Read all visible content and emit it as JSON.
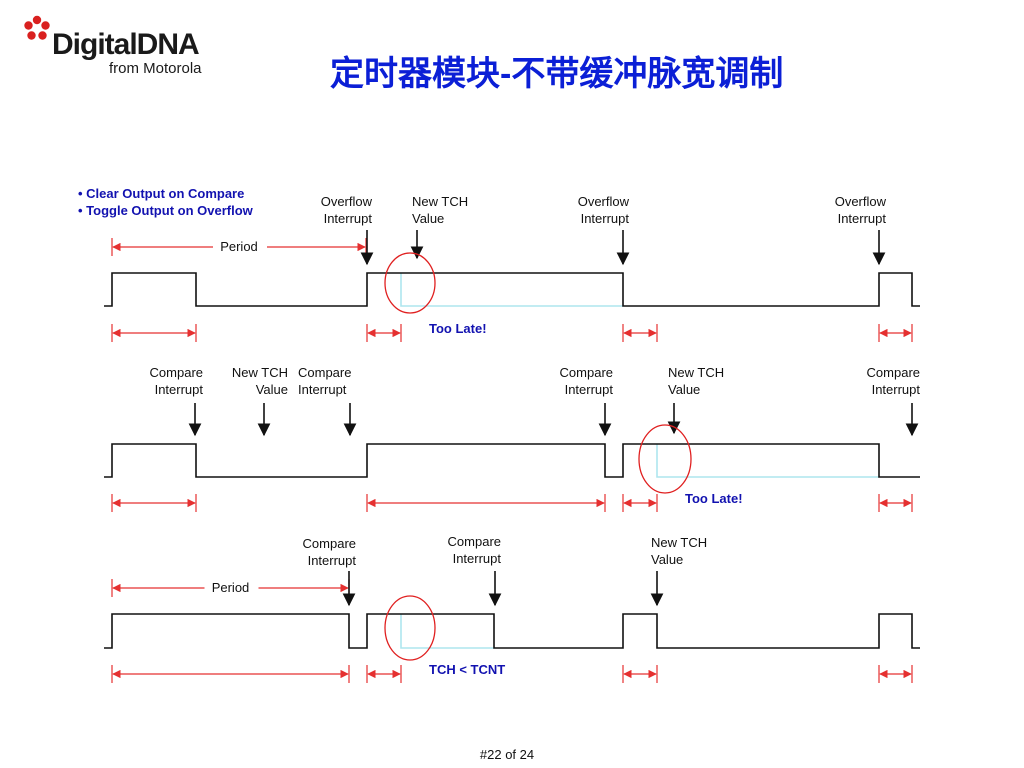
{
  "logo": {
    "brand": "DigitalDNA",
    "sub": "from Motorola",
    "icon": "flower-icon",
    "color": "#d9201f"
  },
  "title": "定时器模块-不带缓冲脉宽调制",
  "bullets": [
    "Clear Output on Compare",
    "Toggle Output on Overflow"
  ],
  "colors": {
    "signal": "#111111",
    "ghost_signal": "#aee6ee",
    "arrow": "#111111",
    "dimension": "#e53030",
    "circle": "#e02020",
    "note": "#1212b0"
  },
  "diagrams": [
    {
      "name": "diagram-1",
      "labels": [
        {
          "lines": [
            "Overflow",
            "Interrupt"
          ]
        },
        {
          "lines": [
            "New TCH",
            "Value"
          ]
        },
        {
          "lines": [
            "Overflow",
            "Interrupt"
          ]
        },
        {
          "lines": [
            "Overflow",
            "Interrupt"
          ]
        }
      ],
      "period_label": "Period",
      "note": "Too Late!"
    },
    {
      "name": "diagram-2",
      "labels": [
        {
          "lines": [
            "Compare",
            "Interrupt"
          ]
        },
        {
          "lines": [
            "New TCH",
            "Value"
          ]
        },
        {
          "lines": [
            "Compare",
            "Interrupt"
          ]
        },
        {
          "lines": [
            "Compare",
            "Interrupt"
          ]
        },
        {
          "lines": [
            "New TCH",
            "Value"
          ]
        },
        {
          "lines": [
            "Compare",
            "Interrupt"
          ]
        }
      ],
      "note": "Too Late!"
    },
    {
      "name": "diagram-3",
      "labels": [
        {
          "lines": [
            "Compare",
            "Interrupt"
          ]
        },
        {
          "lines": [
            "Compare",
            "Interrupt"
          ]
        },
        {
          "lines": [
            "New TCH",
            "Value"
          ]
        }
      ],
      "period_label": "Period",
      "note": "TCH < TCNT"
    }
  ],
  "footer": "#22 of 24"
}
